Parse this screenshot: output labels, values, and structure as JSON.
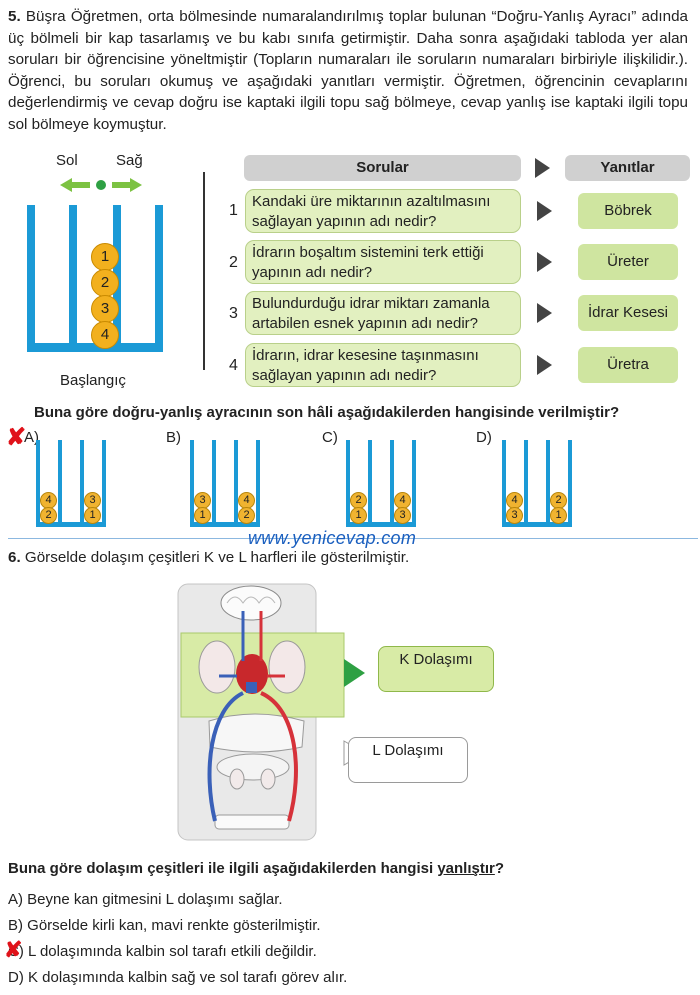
{
  "q5": {
    "number": "5.",
    "text": "Büşra Öğretmen, orta bölmesinde numaralandırılmış toplar bulunan “Doğru-Yanlış Ayracı” adında üç bölmeli bir kap tasarlamış ve bu kabı sınıfa getirmiştir. Daha sonra aşağıdaki tabloda yer alan soruları bir öğrencisine yöneltmiştir (Topların numaraları ile soruların numaraları birbiriyle ilişkilidir.). Öğrenci, bu soruları okumuş ve aşağıdaki yanıtları vermiştir. Öğretmen, öğrencinin cevaplarını değerlendirmiş ve cevap doğru ise kaptaki ilgili topu sağ bölmeye, cevap yanlış ise kaptaki ilgili topu sol bölmeye koymuştur.",
    "container": {
      "left_label": "Sol",
      "right_label": "Sağ",
      "caption": "Başlangıç",
      "balls": [
        "1",
        "2",
        "3",
        "4"
      ]
    },
    "table": {
      "questions_header": "Sorular",
      "answers_header": "Yanıtlar",
      "rows": [
        {
          "num": "1",
          "question": "Kandaki üre miktarının azaltılmasını sağlayan yapının adı nedir?",
          "answer": "Böbrek"
        },
        {
          "num": "2",
          "question": "İdrarın boşaltım sistemini terk ettiği yapının adı nedir?",
          "answer": "Üreter"
        },
        {
          "num": "3",
          "question": "Bulundurduğu idrar miktarı zamanla artabilen esnek yapının adı nedir?",
          "answer": "İdrar Kesesi"
        },
        {
          "num": "4",
          "question": "İdrarın, idrar kesesine taşınmasını sağlayan yapının adı nedir?",
          "answer": "Üretra"
        }
      ]
    },
    "prompt": "Buna göre doğru-yanlış ayracının son hâli aşağıdakilerden hangisinde verilmiştir?",
    "options": [
      {
        "label": "A)",
        "left": [
          "4",
          "2"
        ],
        "right": [
          "3",
          "1"
        ]
      },
      {
        "label": "B)",
        "left": [
          "3",
          "1"
        ],
        "right": [
          "4",
          "2"
        ]
      },
      {
        "label": "C)",
        "left": [
          "2",
          "1"
        ],
        "right": [
          "4",
          "3"
        ]
      },
      {
        "label": "D)",
        "left": [
          "4",
          "3"
        ],
        "right": [
          "2",
          "1"
        ]
      }
    ],
    "marked_option": "A"
  },
  "watermark": "www.yenicevap.com",
  "q6": {
    "number": "6.",
    "text": "Görselde dolaşım çeşitleri K ve L harfleri ile gösterilmiştir.",
    "k_label": "K Dolaşımı",
    "l_label": "L Dolaşımı",
    "prompt_before": "Buna göre dolaşım çeşitleri ile ilgili aşağıdakilerden hangisi ",
    "prompt_emph": "yanlıştır",
    "prompt_after": "?",
    "choices": [
      {
        "label": "A)",
        "text": "Beyne kan gitmesini L dolaşımı sağlar."
      },
      {
        "label": "B)",
        "text": "Görselde kirli kan, mavi renkte gösterilmiştir."
      },
      {
        "label": "C)",
        "text": "L dolaşımında kalbin sol tarafı etkili değildir."
      },
      {
        "label": "D)",
        "text": "K dolaşımında kalbin sağ ve sol tarafı görev alır."
      }
    ],
    "marked_choice": "C"
  },
  "colors": {
    "container_blue": "#1b9ad6",
    "ball": "#f2b01e",
    "box_green": "#e2f0c0",
    "mark_red": "#e0121a",
    "arrow_green": "#7cc242"
  }
}
